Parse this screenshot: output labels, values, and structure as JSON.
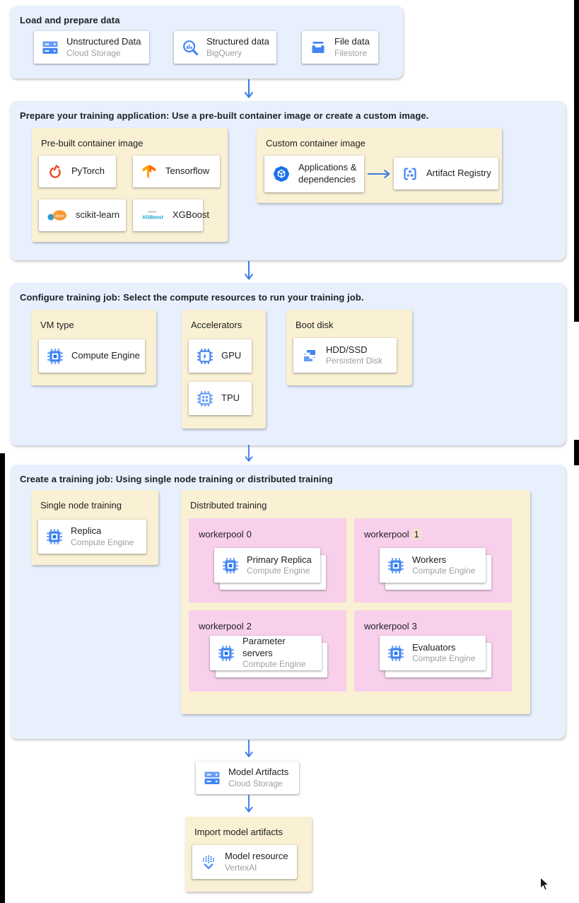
{
  "colors": {
    "section_bg": "#e8f0fe",
    "panel_bg": "#faf0d3",
    "workerpool_bg": "#f8d0ec",
    "arrow_blue": "#4285f4",
    "number_highlight": "#f6e1cd",
    "card_title": "#202124",
    "card_subtitle": "#9aa0a6"
  },
  "sections": {
    "load": {
      "title": "Load and prepare data",
      "cards": [
        {
          "icon": "cloud-storage-icon",
          "title": "Unstructured Data",
          "subtitle": "Cloud Storage"
        },
        {
          "icon": "bigquery-icon",
          "title": "Structured data",
          "subtitle": "BigQuery"
        },
        {
          "icon": "filestore-icon",
          "title": "File data",
          "subtitle": "Filestore"
        }
      ]
    },
    "prepare": {
      "title": "Prepare your training application: Use a pre-built container image or create a custom image.",
      "prebuilt": {
        "label": "Pre-built container image",
        "cards": [
          {
            "icon": "pytorch-icon",
            "title": "PyTorch"
          },
          {
            "icon": "tensorflow-icon",
            "title": "Tensorflow"
          },
          {
            "icon": "scikit-learn-icon",
            "title": "scikit-learn"
          },
          {
            "icon": "xgboost-icon",
            "title": "XGBoost"
          }
        ]
      },
      "custom": {
        "label": "Custom container image",
        "app_card": {
          "icon": "applications-icon",
          "title": "Applications & dependencies"
        },
        "registry_card": {
          "icon": "artifact-registry-icon",
          "title": "Artifact Registry"
        }
      }
    },
    "configure": {
      "title": "Configure training job: Select the compute resources to run your training job.",
      "vm_type": {
        "label": "VM type",
        "card": {
          "icon": "compute-engine-icon",
          "title": "Compute Engine"
        }
      },
      "accelerators": {
        "label": "Accelerators",
        "cards": [
          {
            "icon": "gpu-icon",
            "title": "GPU"
          },
          {
            "icon": "tpu-icon",
            "title": "TPU"
          }
        ]
      },
      "boot_disk": {
        "label": "Boot disk",
        "card": {
          "icon": "persistent-disk-icon",
          "title": "HDD/SSD",
          "subtitle": "Persistent Disk"
        }
      }
    },
    "create": {
      "title": "Create a training job: Using single node training or distributed training",
      "single_node": {
        "label": "Single node training",
        "card": {
          "icon": "compute-engine-icon",
          "title": "Replica",
          "subtitle": "Compute Engine"
        }
      },
      "distributed": {
        "label": "Distributed training",
        "workerpools": [
          {
            "name": "workerpool",
            "number": "0",
            "card": {
              "icon": "compute-engine-icon",
              "title": "Primary Replica",
              "subtitle": "Compute Engine"
            }
          },
          {
            "name": "workerpool",
            "number": "1",
            "card": {
              "icon": "compute-engine-icon",
              "title": "Workers",
              "subtitle": "Compute Engine"
            }
          },
          {
            "name": "workerpool",
            "number": "2",
            "card": {
              "icon": "compute-engine-icon",
              "title": "Parameter servers",
              "subtitle": "Compute Engine"
            }
          },
          {
            "name": "workerpool",
            "number": "3",
            "card": {
              "icon": "compute-engine-icon",
              "title": "Evaluators",
              "subtitle": "Compute Engine"
            }
          }
        ]
      }
    },
    "model_artifacts_card": {
      "icon": "cloud-storage-icon",
      "title": "Model Artifacts",
      "subtitle": "Cloud Storage"
    },
    "import": {
      "label": "Import model artifacts",
      "card": {
        "icon": "vertex-ai-icon",
        "title": "Model resource",
        "subtitle": "VertexAI"
      }
    }
  },
  "logo_text": {
    "sklearn": "learn",
    "xgboost": "XGBoost"
  }
}
